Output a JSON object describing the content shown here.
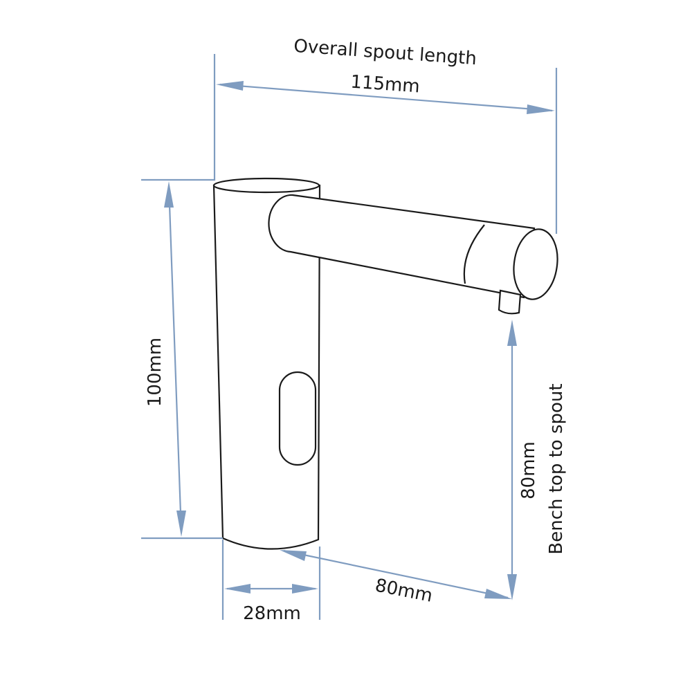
{
  "colors": {
    "dimension": "#7f9cc0",
    "outline": "#1a1a1a",
    "background": "#ffffff"
  },
  "labels": {
    "spout_length_title": "Overall spout length",
    "spout_length_value": "115mm",
    "height_value": "100mm",
    "base_width_value": "28mm",
    "base_depth_value": "80mm",
    "bench_to_spout_value": "80mm",
    "bench_to_spout_title": "Bench top to spout"
  }
}
